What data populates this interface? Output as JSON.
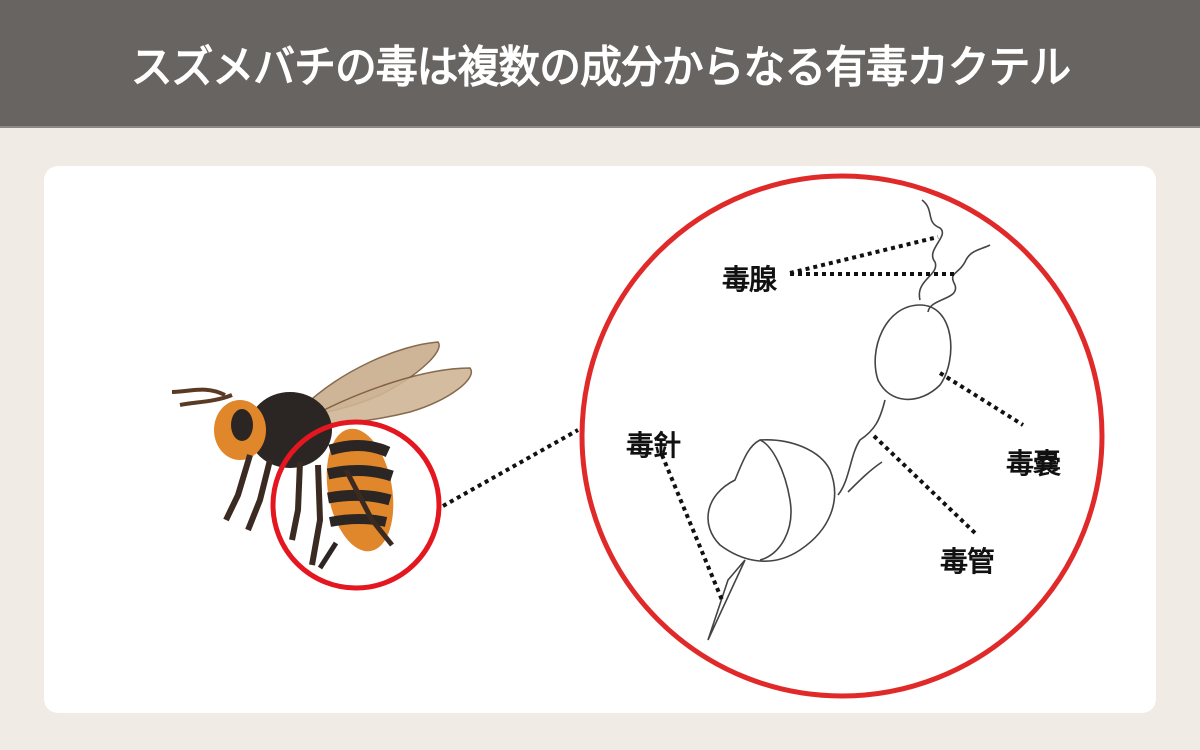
{
  "header": {
    "title": "スズメバチの毒は複数の成分からなる有毒カクテル"
  },
  "diagram": {
    "subject": "hornet",
    "highlight_color": "#e02a2a",
    "labels": {
      "venom_gland": "毒腺",
      "venom_sac": "毒嚢",
      "stinger": "毒針",
      "venom_duct": "毒管"
    }
  }
}
